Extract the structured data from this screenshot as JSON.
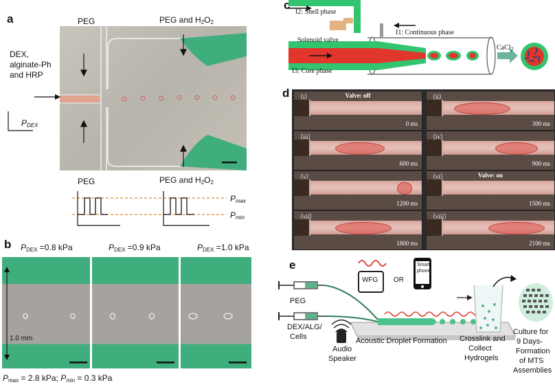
{
  "panel_a": {
    "letter": "a",
    "label_peg": "PEG",
    "label_peg_h2o2": "PEG and H",
    "label_peg_h2o2_sub": "2",
    "label_peg_h2o2_o": "O",
    "label_peg_h2o2_sub2": "2",
    "left_text_line1": "DEX,",
    "left_text_line2": "alginate-Ph",
    "left_text_line3": "and HRP",
    "p_dex_label": "P",
    "p_dex_sub": "DEX",
    "wave_label_peg": "PEG",
    "wave_label_peg_h2o2": "PEG and H",
    "wave_sub1": "2",
    "wave_o": "O",
    "wave_sub2": "2",
    "p_max": "P",
    "p_max_sub": "max",
    "p_min": "P",
    "p_min_sub": "min"
  },
  "panel_b": {
    "letter": "b",
    "titles": [
      {
        "p": "P",
        "sub": "DEX",
        "value": " =0.8 kPa"
      },
      {
        "p": "P",
        "sub": "DEX",
        "value": " =0.9 kPa"
      },
      {
        "p": "P",
        "sub": "DEX",
        "value": " =1.0 kPa"
      }
    ],
    "scale_label": "1.0 mm",
    "footer_p1": "P",
    "footer_sub1": "max",
    "footer_val1": " = 2.8 kPa; ",
    "footer_p2": "P",
    "footer_sub2": "min",
    "footer_val2": " = 0.3 kPa"
  },
  "panel_c": {
    "letter": "c",
    "i2": "I2: Shell phase",
    "valve": "Solenoid valve",
    "i1": "I1: Continuous phase",
    "i3": "I3: Core phase",
    "cacl": "CaCl",
    "cacl_sub": "2"
  },
  "panel_d": {
    "letter": "d",
    "frames": [
      {
        "tag": "（i）",
        "time": "0 ms",
        "valve": "Valve:  off"
      },
      {
        "tag": "（ii）",
        "time": "300 ms",
        "valve": ""
      },
      {
        "tag": "（iii）",
        "time": "600 ms",
        "valve": ""
      },
      {
        "tag": "（iv）",
        "time": "900 ms",
        "valve": ""
      },
      {
        "tag": "（v）",
        "time": "1200 ms",
        "valve": ""
      },
      {
        "tag": "（vi）",
        "time": "1500 ms",
        "valve": "Valve:  on"
      },
      {
        "tag": "（vii）",
        "time": "1800 ms",
        "valve": ""
      },
      {
        "tag": "（viii）",
        "time": "2100 ms",
        "valve": ""
      }
    ]
  },
  "panel_e": {
    "letter": "e",
    "peg": "PEG",
    "dex_line1": "DEX/ALG/",
    "dex_line2": "Cells",
    "wfg": "WFG",
    "or": "OR",
    "smart_line1": "Smart",
    "smart_line2": "phone",
    "audio_line1": "Audio",
    "audio_line2": "Speaker",
    "acoustic": "Acoustic Droplet Formation",
    "crosslink_line1": "Crosslink and",
    "crosslink_line2": "Collect",
    "crosslink_line3": "Hydrogels",
    "culture_line1": "Culture for",
    "culture_line2": "9 Days-",
    "culture_line3": "Formation",
    "culture_line4": "of MTS",
    "culture_line5": "Assemblies"
  },
  "colors": {
    "green": "#3fae7c",
    "green_bright": "#33c46f",
    "red": "#e0362b",
    "orange_dash": "#e08a3a"
  }
}
